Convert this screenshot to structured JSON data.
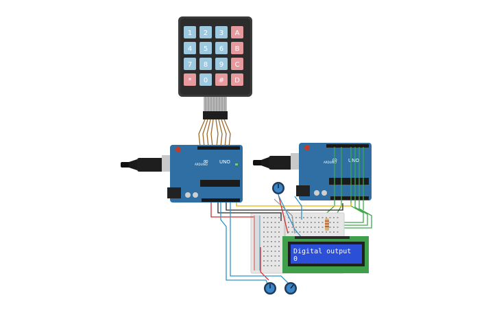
{
  "keypad": {
    "keys": [
      [
        "1",
        "2",
        "3",
        "A"
      ],
      [
        "4",
        "5",
        "6",
        "B"
      ],
      [
        "7",
        "8",
        "9",
        "C"
      ],
      [
        "*",
        "0",
        "#",
        "D"
      ]
    ]
  },
  "arduino_left": {
    "logo": "ARDUINO",
    "model": "UNO"
  },
  "arduino_right": {
    "logo": "ARDUINO",
    "model": "UNO"
  },
  "lcd": {
    "line1": "Digital output",
    "line2": "0"
  },
  "colors": {
    "board": "#2f6fa4",
    "keypad_body": "#3a3a3a",
    "key_blue": "#9cc9e0",
    "key_red": "#e79a9e",
    "lcd_screen": "#2b4fd6",
    "lcd_pcb": "#3f9f4a",
    "wire_red": "#d62828",
    "wire_black": "#222222",
    "wire_blue": "#2a93c9",
    "wire_yellow": "#e0b800",
    "wire_green": "#3aa84a",
    "wire_brown": "#9a6a2a"
  }
}
